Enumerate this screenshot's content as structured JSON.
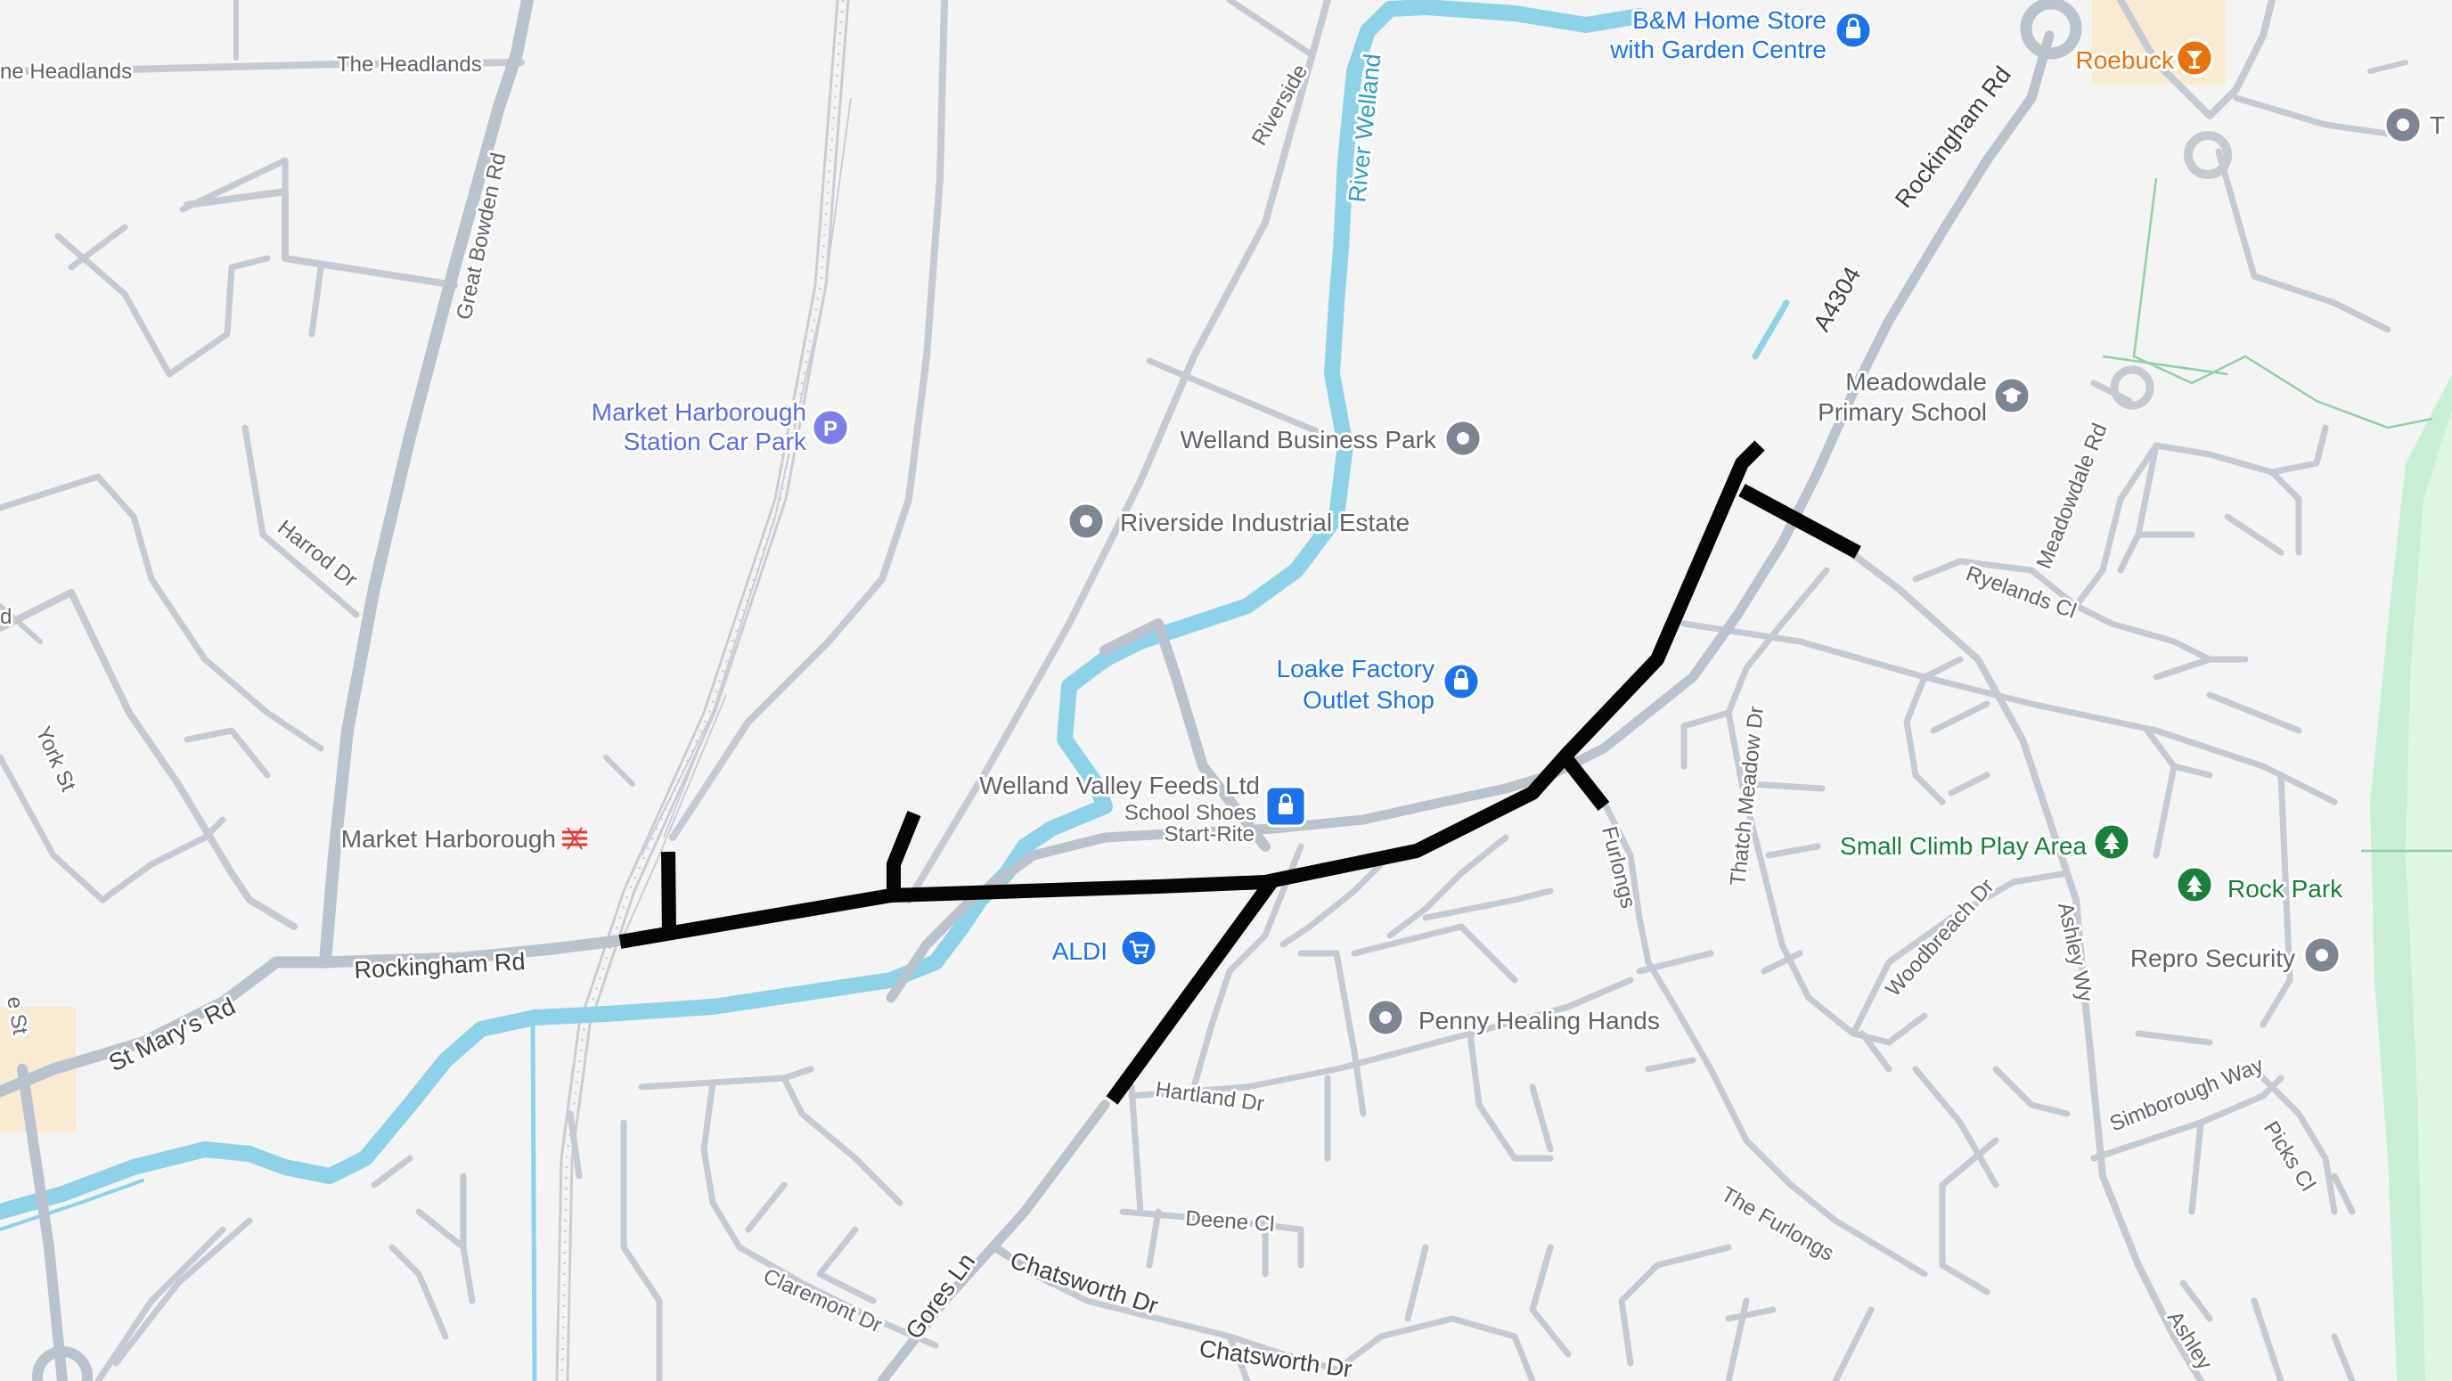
{
  "colors": {
    "background": "#f4f4f4",
    "road": "#c3cad3",
    "river": "#8ed2e8",
    "route": "#050505",
    "park": "#c8efd6",
    "poi_blue": "#1a73e8",
    "poi_gray": "#5f6368",
    "poi_green": "#188038",
    "poi_orange": "#e8710a"
  },
  "streets": {
    "the_headlands_left": "ne Headlands",
    "the_headlands": "The Headlands",
    "great_bowden_rd": "Great Bowden Rd",
    "harrod_dr": "Harrod Dr",
    "york_st": "York St",
    "st_marys_rd": "St Mary's Rd",
    "rockingham_rd_west": "Rockingham Rd",
    "rockingham_rd_north": "Rockingham Rd",
    "a4304": "A4304",
    "riverside": "Riverside",
    "furlongs": "Furlongs",
    "thatch_meadow_dr": "Thatch Meadow Dr",
    "ryelands_cl": "Ryelands Cl",
    "meadowdale_rd": "Meadowdale Rd",
    "woodbreach_dr": "Woodbreach Dr",
    "ashley_wy": "Ashley Wy",
    "ashley_bottom": "Ashley",
    "simborough_way": "Simborough Way",
    "picks_cl": "Picks Cl",
    "the_furlongs": "The Furlongs",
    "hartland_dr": "Hartland Dr",
    "deene_cl": "Deene Cl",
    "claremont_dr": "Claremont Dr",
    "gores_ln": "Gores Ln",
    "chatsworth_dr": "Chatsworth Dr",
    "chatsworth_dr_2": "Chatsworth Dr",
    "left_edge_st": "e St",
    "left_edge_d": "d"
  },
  "river": {
    "name": "River Welland"
  },
  "places": {
    "bm_line1": "B&M Home Store",
    "bm_line2": "with Garden Centre",
    "roebuck": "Roebuck",
    "car_park_line1": "Market Harborough",
    "car_park_line2": "Station Car Park",
    "welland_business_park": "Welland Business Park",
    "riverside_industrial": "Riverside Industrial Estate",
    "meadowdale_line1": "Meadowdale",
    "meadowdale_line2": "Primary School",
    "loake_line1": "Loake Factory",
    "loake_line2": "Outlet Shop",
    "welland_valley_feeds": "Welland Valley Feeds Ltd",
    "school_shoes_line1": "School Shoes",
    "school_shoes_line2": "Start-Rite",
    "market_harborough": "Market Harborough",
    "aldi": "ALDI",
    "small_climb": "Small Climb Play Area",
    "rock_park": "Rock Park",
    "repro_security": "Repro Security",
    "penny_healing": "Penny Healing Hands",
    "partial_top_right": "T"
  },
  "icons": {
    "parking": "P",
    "shopping": "shopping-bag-icon",
    "place": "place-dot-icon",
    "school": "school-cap-icon",
    "train": "train-icon",
    "cart": "shopping-cart-icon",
    "tree": "tree-icon",
    "bar": "cocktail-icon"
  }
}
